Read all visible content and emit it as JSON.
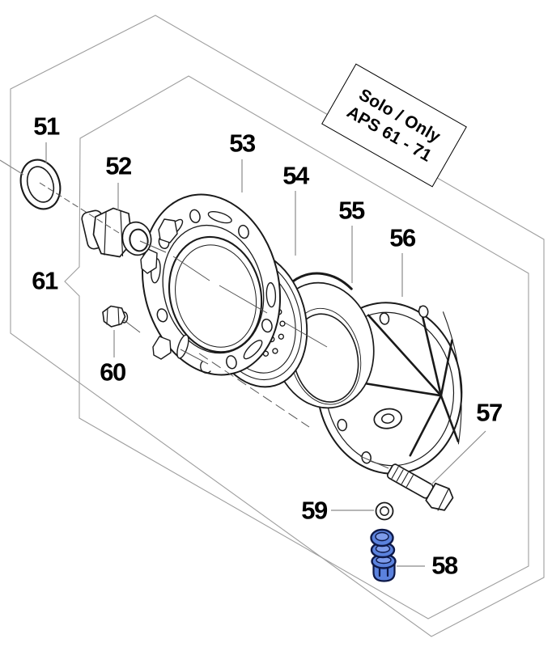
{
  "note_box": {
    "line1": "Solo / Only",
    "line2": "APS 61 - 71"
  },
  "parts": [
    {
      "label": "51"
    },
    {
      "label": "52"
    },
    {
      "label": "53"
    },
    {
      "label": "54"
    },
    {
      "label": "55"
    },
    {
      "label": "56"
    },
    {
      "label": "57"
    },
    {
      "label": "58"
    },
    {
      "label": "59"
    },
    {
      "label": "60"
    },
    {
      "label": "61"
    }
  ],
  "colors": {
    "drawing_line": "#1a1a1a",
    "border_gray": "#9e9e9e",
    "leader_gray": "#8a8a8a",
    "part_58_fill": "#5b82dd",
    "part_58_highlight": "#7d9bea",
    "part_58_outline": "#0d1847",
    "background": "#ffffff"
  }
}
